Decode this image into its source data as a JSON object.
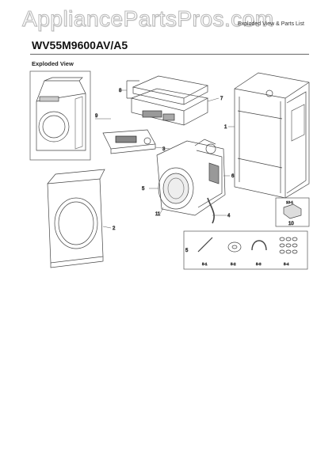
{
  "watermark": "AppliancePartsPros.com",
  "doc_header": "Exploded View & Parts List",
  "model_number": "WV55M9600AV/A5",
  "section_title": "Exploded View",
  "callouts": {
    "c1": "1",
    "c2": "2",
    "c3": "3",
    "c4": "4",
    "c5a": "5",
    "c5b": "5",
    "c6": "6",
    "c7": "7",
    "c8": "8",
    "c9": "9",
    "c10": "10",
    "c11": "11"
  },
  "sub_labels": {
    "s1": "5-1",
    "s2": "5-2",
    "s3": "5-3",
    "s4": "5-4",
    "s10": "10-1"
  }
}
